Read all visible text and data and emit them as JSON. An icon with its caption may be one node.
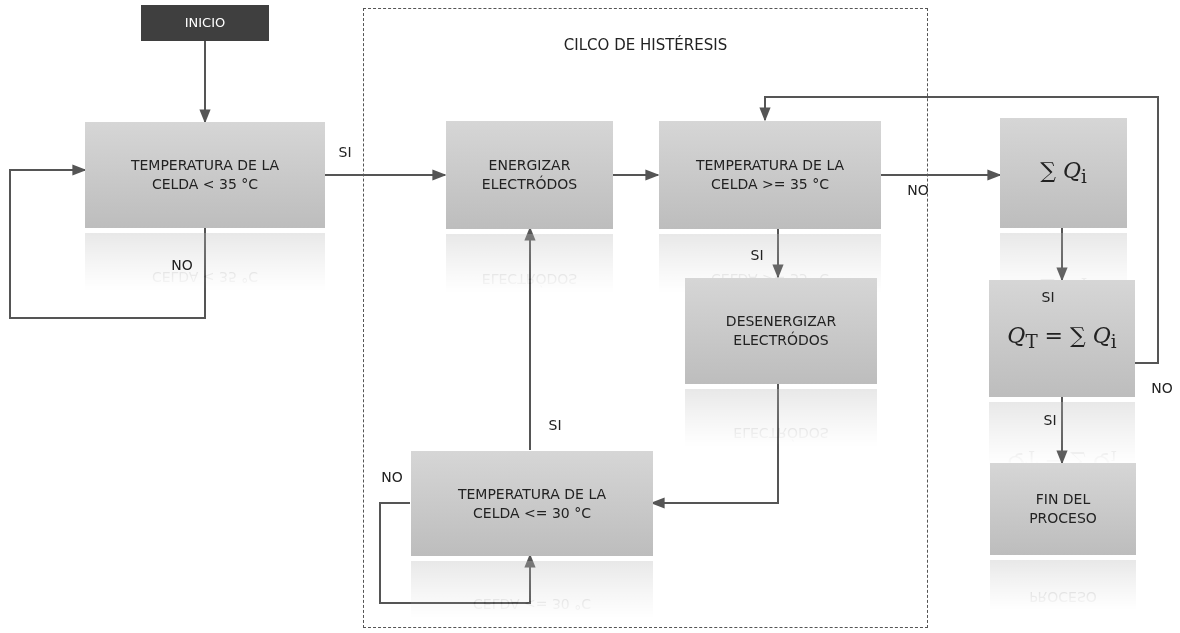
{
  "diagram": {
    "nodes": [
      {
        "text": [
          "INICIO"
        ]
      },
      {
        "text": [
          "TEMPERATURA DE LA CELDA < 35 °C"
        ]
      },
      {
        "text": [
          "CILCO DE HISTÉRESIS"
        ]
      },
      {
        "text": [
          "ENERGIZAR ELECTRÓDOS"
        ],
        "in": 2
      },
      {
        "text": [
          "TEMPERATURA DE LA CELDA >= 35 °C"
        ],
        "in": 2
      },
      {
        "text": [
          "DESENERGIZAR ELECTRÓDOS"
        ],
        "in": 2
      },
      {
        "text": [
          "TEMPERATURA DE LA CELDA <= 30 °C"
        ],
        "in": 2
      },
      {
        "text": [
          "∑ *Q*$_{i}$"
        ]
      },
      {
        "text": [
          "*Q*$_{T}$ = ∑ *Q*$_{i}$"
        ]
      },
      {
        "text": [
          "FIN DEL PROCESO"
        ]
      }
    ],
    "edges": [
      {
        "from": 0,
        "to": 1,
        "arrow": "to"
      },
      {
        "from": 1,
        "to": 3,
        "arrow": "to",
        "label": "SI"
      },
      {
        "from": 1,
        "to": 1,
        "arrow": "to",
        "label": "NO"
      },
      {
        "from": 3,
        "to": 4,
        "arrow": "to"
      },
      {
        "from": 4,
        "to": 7,
        "arrow": "to",
        "label": "NO"
      },
      {
        "from": 4,
        "to": 5,
        "arrow": "to",
        "label": "SI"
      },
      {
        "from": 5,
        "to": 6,
        "arrow": "to"
      },
      {
        "from": 6,
        "to": 3,
        "arrow": "to",
        "label": "SI"
      },
      {
        "from": 6,
        "to": 6,
        "arrow": "to",
        "label": "NO"
      },
      {
        "from": 7,
        "to": 8,
        "arrow": "to",
        "label": "SI"
      },
      {
        "from": 8,
        "to": 4,
        "arrow": "to",
        "label": "NO"
      },
      {
        "from": 8,
        "to": 9,
        "arrow": "to",
        "label": "SI"
      }
    ]
  }
}
